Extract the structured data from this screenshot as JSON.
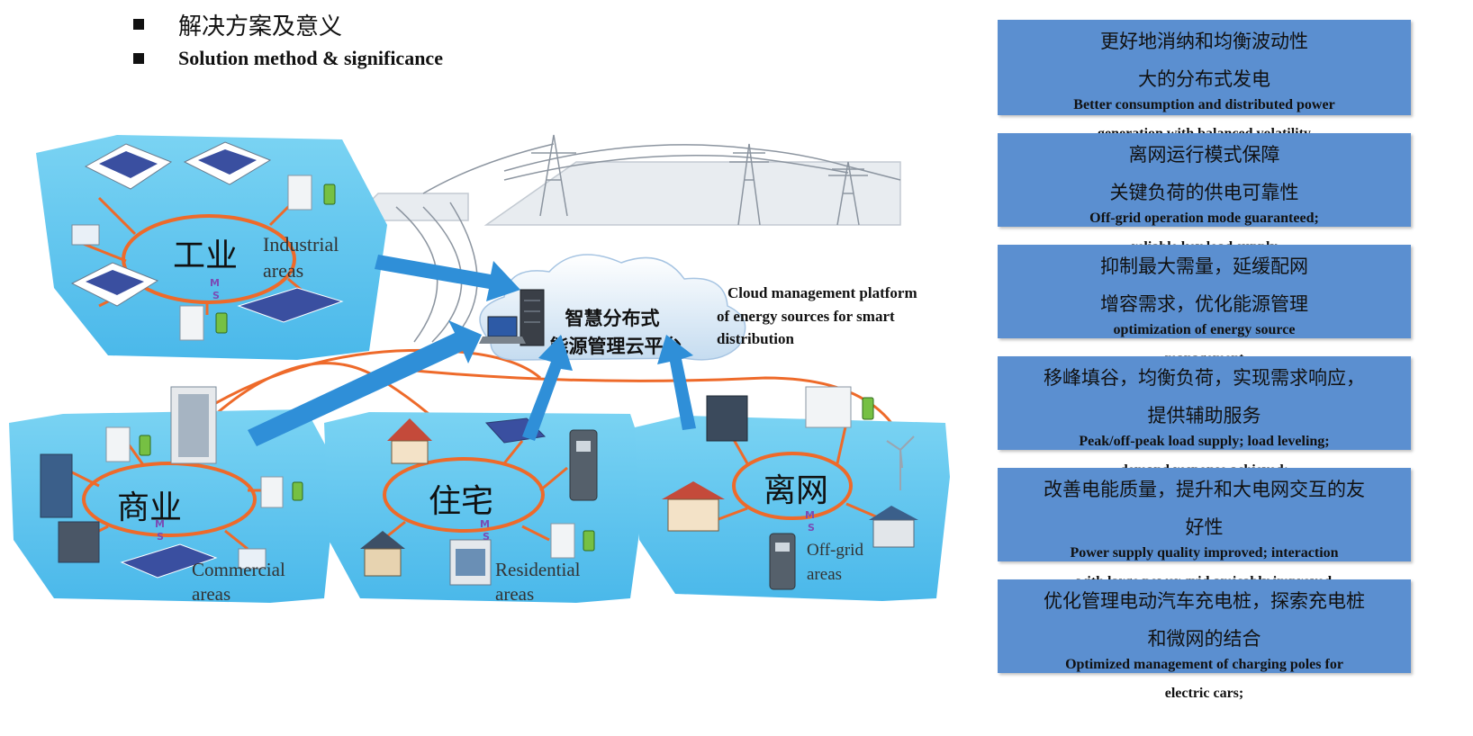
{
  "header": {
    "title_cn": "解决方案及意义",
    "title_en": "Solution method & significance"
  },
  "cloud": {
    "title_line1": "智慧分布式",
    "title_line2": "能源管理云平台",
    "caption_line1": "Cloud management platform",
    "caption_line2": "of energy sources for smart",
    "caption_line3": "distribution"
  },
  "areas": {
    "industrial": {
      "cn": "工业",
      "en_line1": "Industrial",
      "en_line2": "areas"
    },
    "commercial": {
      "cn": "商业",
      "en_line1": "Commercial",
      "en_line2": "areas"
    },
    "residential": {
      "cn": "住宅",
      "en_line1": "Residential",
      "en_line2": "areas"
    },
    "offgrid": {
      "cn": "离网",
      "en_line1": "Off-grid",
      "en_line2": "areas"
    }
  },
  "node_letters": {
    "m": "M",
    "s": "S"
  },
  "colors": {
    "island_fill": "#5cc6ef",
    "ring": "#ee6a2a",
    "arrow": "#2f8fd8",
    "panel": "#5b8fd0"
  },
  "benefits": [
    {
      "cn_line1": "更好地消纳和均衡波动性",
      "cn_line2": "大的分布式发电",
      "en_line1": "Better consumption and distributed power",
      "en_line2": "generation with balanced volatility"
    },
    {
      "cn_line1": "离网运行模式保障",
      "cn_line2": "关键负荷的供电可靠性",
      "en_line1": "Off-grid operation mode guaranteed;",
      "en_line2": "reliable key load supply"
    },
    {
      "cn_line1": "抑制最大需量，延缓配网",
      "cn_line2": "增容需求，优化能源管理",
      "en_line1": "optimization of energy source",
      "en_line2": "management"
    },
    {
      "cn_line1": "移峰填谷，均衡负荷，实现需求响应，",
      "cn_line2": "提供辅助服务",
      "en_line1": "Peak/off-peak load supply; load leveling;",
      "en_line2": "demand response achieved;"
    },
    {
      "cn_line1": "改善电能质量，提升和大电网交互的友",
      "cn_line2": "好性",
      "en_line1": "Power supply quality improved; interaction",
      "en_line2": "with large power grid amicably improved"
    },
    {
      "cn_line1": "优化管理电动汽车充电桩，探索充电桩",
      "cn_line2": "和微网的结合",
      "en_line1": "Optimized management of charging poles for",
      "en_line2": "electric cars;"
    }
  ]
}
